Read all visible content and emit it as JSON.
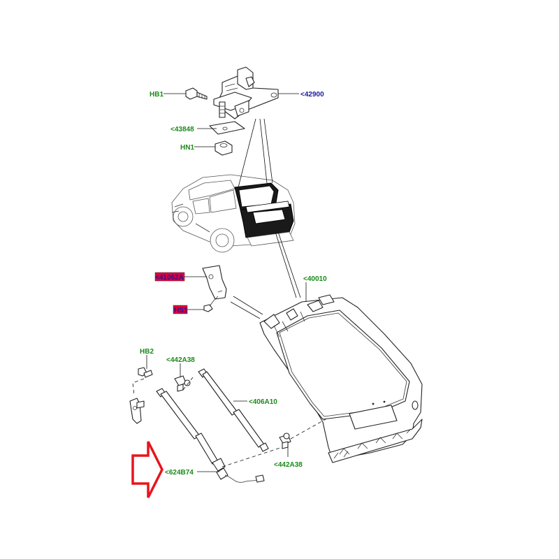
{
  "diagram": {
    "callouts": [
      {
        "id": "hb1",
        "text": "HB1",
        "color": "#1a8a1a"
      },
      {
        "id": "p42900",
        "text": "<42900",
        "color": "#1a1aa0"
      },
      {
        "id": "p43848",
        "text": "<43848",
        "color": "#1a8a1a"
      },
      {
        "id": "hn1",
        "text": "HN1",
        "color": "#1a8a1a"
      },
      {
        "id": "p41062a",
        "text": "<41062A",
        "color": "#1a1aa0",
        "highlight": "#e0003c"
      },
      {
        "id": "hs1",
        "text": "HS1",
        "color": "#1a1aa0",
        "highlight": "#e0003c"
      },
      {
        "id": "p40010",
        "text": "<40010",
        "color": "#1a8a1a"
      },
      {
        "id": "hb2",
        "text": "HB2",
        "color": "#1a8a1a"
      },
      {
        "id": "p442a38a",
        "text": "<442A38",
        "color": "#1a8a1a"
      },
      {
        "id": "p406a10",
        "text": "<406A10",
        "color": "#1a8a1a"
      },
      {
        "id": "p442a38b",
        "text": "<442A38",
        "color": "#1a8a1a"
      },
      {
        "id": "p624b74",
        "text": "<624B74",
        "color": "#1a8a1a"
      }
    ],
    "arrow_color": "#e8141e"
  }
}
